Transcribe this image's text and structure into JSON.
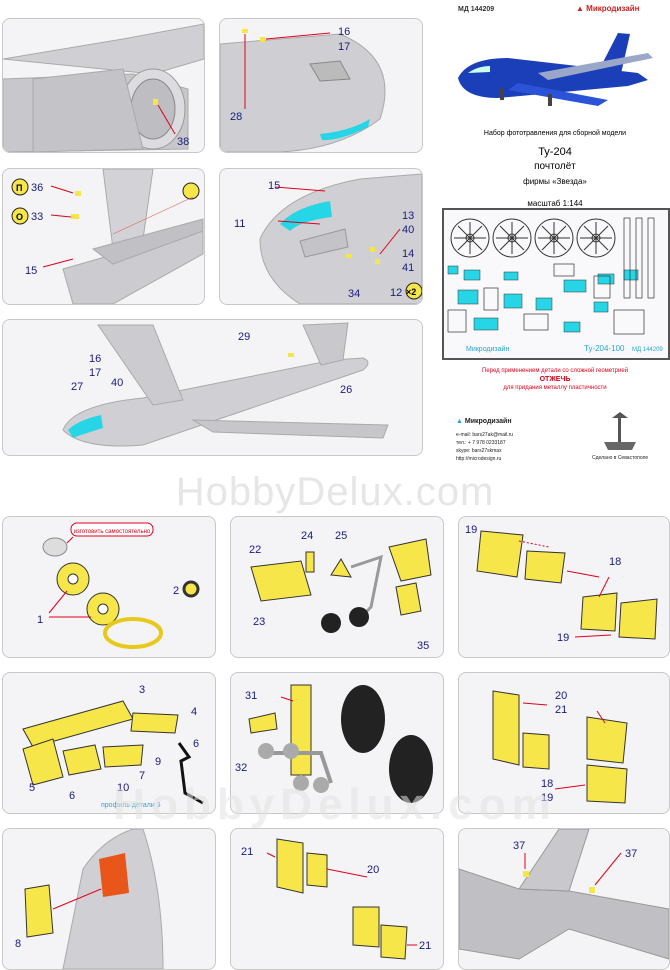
{
  "header": {
    "code": "МД 144209",
    "brand": "Микродизайн",
    "title_line1": "Набор фототравления для сборной модели",
    "title_line2": "Ту-204",
    "title_line3": "почтолёт",
    "title_line4": "фирмы «Звезда»",
    "scale": "масштаб 1:144",
    "fret_brand": "Микродизайн",
    "fret_name": "Ту-204-100",
    "fret_code": "МД 144209"
  },
  "warning": {
    "line1": "Перед применением детали со сложной геометрией",
    "line2": "ОТЖЕЧЬ",
    "line3": "для придания металлу пластичности"
  },
  "contacts": {
    "brand": "Микродизайн",
    "email": "e-mail: bars27ak@mail.ru",
    "tel": "тел.: + 7 978 0233187",
    "skype": "skype: bars27skmax",
    "web": "http://microdesign.ru",
    "made_in": "Сделано в Севастополе"
  },
  "watermark": "HobbyDelux.com",
  "panels": {
    "p1": {
      "labels": [
        "38"
      ]
    },
    "p2": {
      "labels": [
        "16",
        "17",
        "28"
      ]
    },
    "p3": {
      "labels": [
        "36",
        "33",
        "15"
      ],
      "icon_p": "П",
      "icon_o": "О"
    },
    "p4": {
      "labels": [
        "15",
        "11",
        "13",
        "40",
        "14",
        "41",
        "34",
        "12"
      ],
      "badge": "×2"
    },
    "p5": {
      "labels": [
        "29",
        "16",
        "17",
        "27",
        "40",
        "26"
      ]
    },
    "p6": {
      "labels": [
        "1",
        "2"
      ],
      "note": "изготовить самостоятельно"
    },
    "p7": {
      "labels": [
        "24",
        "25",
        "22",
        "23",
        "35"
      ]
    },
    "p8": {
      "labels": [
        "19",
        "18",
        "19"
      ]
    },
    "p9": {
      "labels": [
        "3",
        "4",
        "6",
        "9",
        "7",
        "5",
        "6",
        "10"
      ],
      "profile": "профиль детали 3"
    },
    "p10": {
      "labels": [
        "31",
        "32"
      ]
    },
    "p11": {
      "labels": [
        "20",
        "21",
        "18",
        "19"
      ]
    },
    "p12": {
      "labels": [
        "8"
      ]
    },
    "p13": {
      "labels": [
        "21",
        "20",
        "21"
      ]
    },
    "p14": {
      "labels": [
        "37",
        "37"
      ]
    }
  },
  "colors": {
    "cyan": "#27d6e6",
    "yellow": "#f7e64a",
    "red": "#e0001a",
    "label": "#1a1a80",
    "gray": "#c9c9cc"
  }
}
